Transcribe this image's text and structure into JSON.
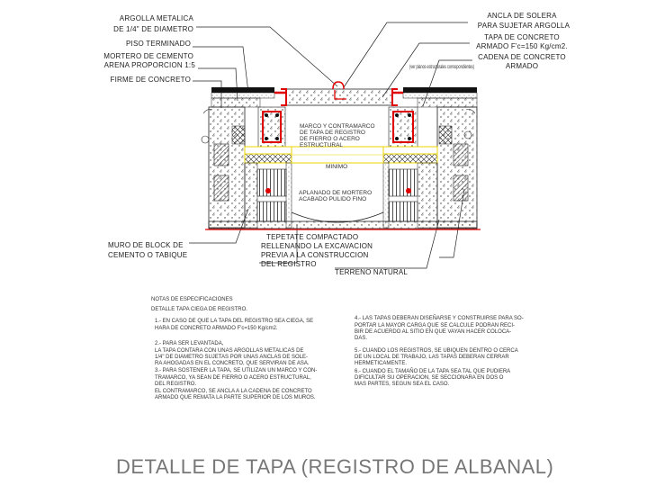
{
  "title": "DETALLE DE TAPA (REGISTRO DE ALBANAL)",
  "labels_left": [
    "ARGOLLA METALICA",
    "DE 1/4\" DE DIAMETRO",
    "PISO TERMINADO",
    "MORTERO DE CEMENTO",
    "ARENA PROPORCION 1:5",
    "FIRME DE CONCRETO"
  ],
  "labels_right": [
    "ANCLA DE SOLERA",
    "PARA SUJETAR ARGOLLA",
    "TAPA DE CONCRETO",
    "ARMADO F'c=150 Kg/cm2.",
    "CADENA DE CONCRETO",
    "ARMADO"
  ],
  "label_ver_planos": "(ver planos estructurales correspondientes)",
  "center_labels": [
    "MARCO Y CONTRAMARCO",
    "DE TAPA DE REGISTRO",
    "DE FIERRO O ACERO",
    "ESTRUCTURAL"
  ],
  "label_minimo": "MINIMO",
  "label_aplanado": [
    "APLANADO DE MORTERO",
    "ACABADO PULIDO FINO"
  ],
  "label_muro": [
    "MURO DE BLOCK DE",
    "CEMENTO O TABIQUE"
  ],
  "label_tepetate": [
    "TEPETATE COMPACTADO",
    "RELLENANDO LA EXCAVACION",
    "PREVIA A LA CONSTRUCCION",
    "DEL REGISTRO"
  ],
  "label_terreno": "TERRENO NATURAL",
  "notes_header": "NOTAS DE ESPECIFICACIONES",
  "notes_subheader": "DETALLE TAPA CIEGA DE REGISTRO.",
  "notes_left": [
    "1.-  EN CASO DE QUE LA TAPA DEL REGISTRO SEA CIEGA, SE",
    "      HARA DE CONCRETO ARMADO F'c=150 Kg/cm2.",
    "2.-  PARA SER LEVANTADA,",
    "      LA TAPA CONTARA CON UNAS ARGOLLAS METALICAS DE",
    "      1/4\" DE DIAMETRO SUJETAS POR UNAS ANCLAS DE SOLE-",
    "      RA AHOGADAS EN EL CONCRETO, QUE SERVIRAN DE ASA.",
    "3.-  PARA SOSTENER LA TAPA, SE UTILIZAN UN MARCO Y CON-",
    "      TRAMARCO, YA SEAN DE FIERRO O ACERO ESTRUCTURAL,",
    "      DEL REGISTRO.",
    "      EL CONTRAMARCO, SE ANCLA A LA CADENA DE CONCRETO",
    "      ARMADO QUE REMATA LA PARTE SUPERIOR DE LOS MUROS."
  ],
  "notes_right": [
    "4.-  LAS TAPAS DEBERAN DISEÑARSE Y CONSTRUIRSE PARA SO-",
    "      PORTAR LA MAYOR CARGA QUE SE CALCULE PODRAN RECI-",
    "      BIR DE ACUERDO AL SITIO EN QUE VAYAN HACER COLOCA-",
    "      DAS.",
    "5.-  CUANDO LOS REGISTROS, SE UBIQUEN DENTRO O CERCA",
    "      DE UN LOCAL DE TRABAJO, LAS TAPAS DEBERAN CERRAR",
    "      HERMETICAMENTE.",
    "6.-  CUANDO EL TAMAÑO DE LA TAPA SEA TAL QUE PUDIERA",
    "      DIFICULTAR SU OPERACION, SE SECCIONARA EN DOS O",
    "      MAS PARTES, SEGUN SEA EL CASO."
  ],
  "colors": {
    "red": "#e00000",
    "yellow": "#e8d400",
    "line": "#222222",
    "title": "#777777"
  }
}
